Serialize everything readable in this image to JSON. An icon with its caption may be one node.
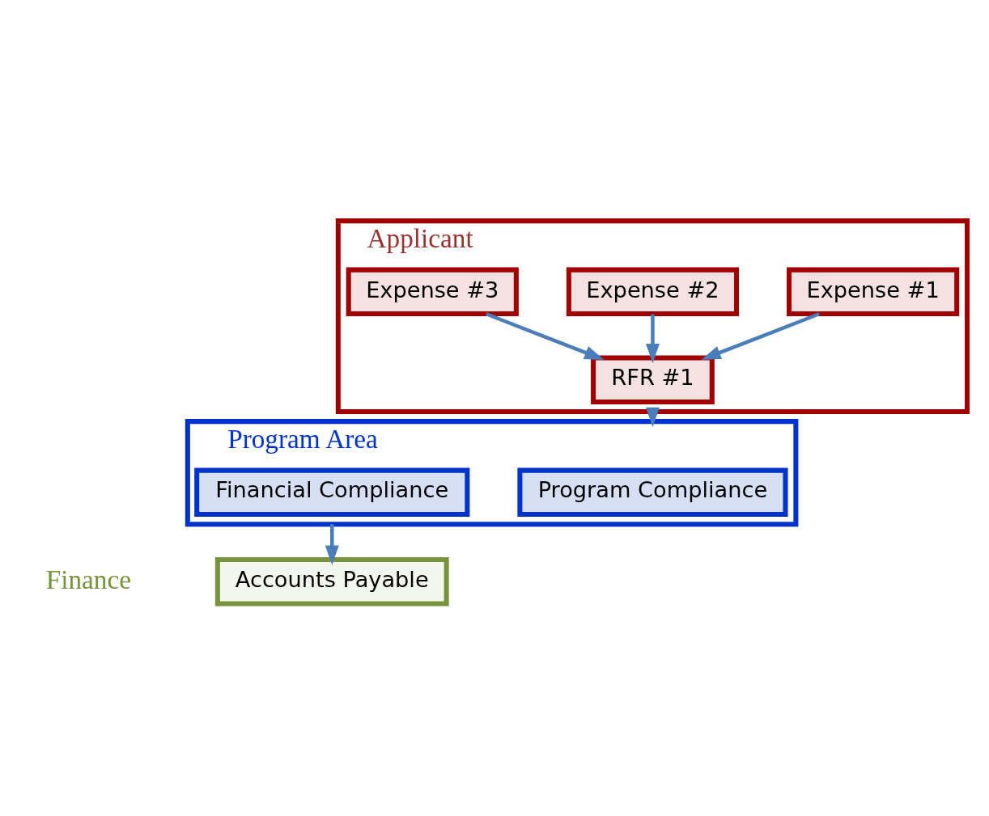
{
  "diagram": {
    "nodes": [
      {
        "text": [
          "Applicant"
        ]
      },
      {
        "text": [
          "Expense #1"
        ],
        "in": 0
      },
      {
        "text": [
          "Expense #2"
        ],
        "in": 0
      },
      {
        "text": [
          "Expense #3"
        ],
        "in": 0
      },
      {
        "text": [
          "RFR #1"
        ],
        "in": 0
      },
      {
        "text": [
          "Program Area"
        ]
      },
      {
        "text": [
          "Program Compliance"
        ],
        "in": 5
      },
      {
        "text": [
          "Financial Compliance"
        ],
        "in": 5
      },
      {
        "text": [
          "Accounts Payable"
        ],
        "beside": [
          "Finance"
        ]
      }
    ],
    "edges": [
      {
        "from": 1,
        "to": 4,
        "arrow": "to"
      },
      {
        "from": 2,
        "to": 4,
        "arrow": "to"
      },
      {
        "from": 3,
        "to": 4,
        "arrow": "to"
      },
      {
        "from": 0,
        "to": 5,
        "arrow": "to"
      },
      {
        "from": 5,
        "to": 8,
        "arrow": "to"
      }
    ]
  }
}
